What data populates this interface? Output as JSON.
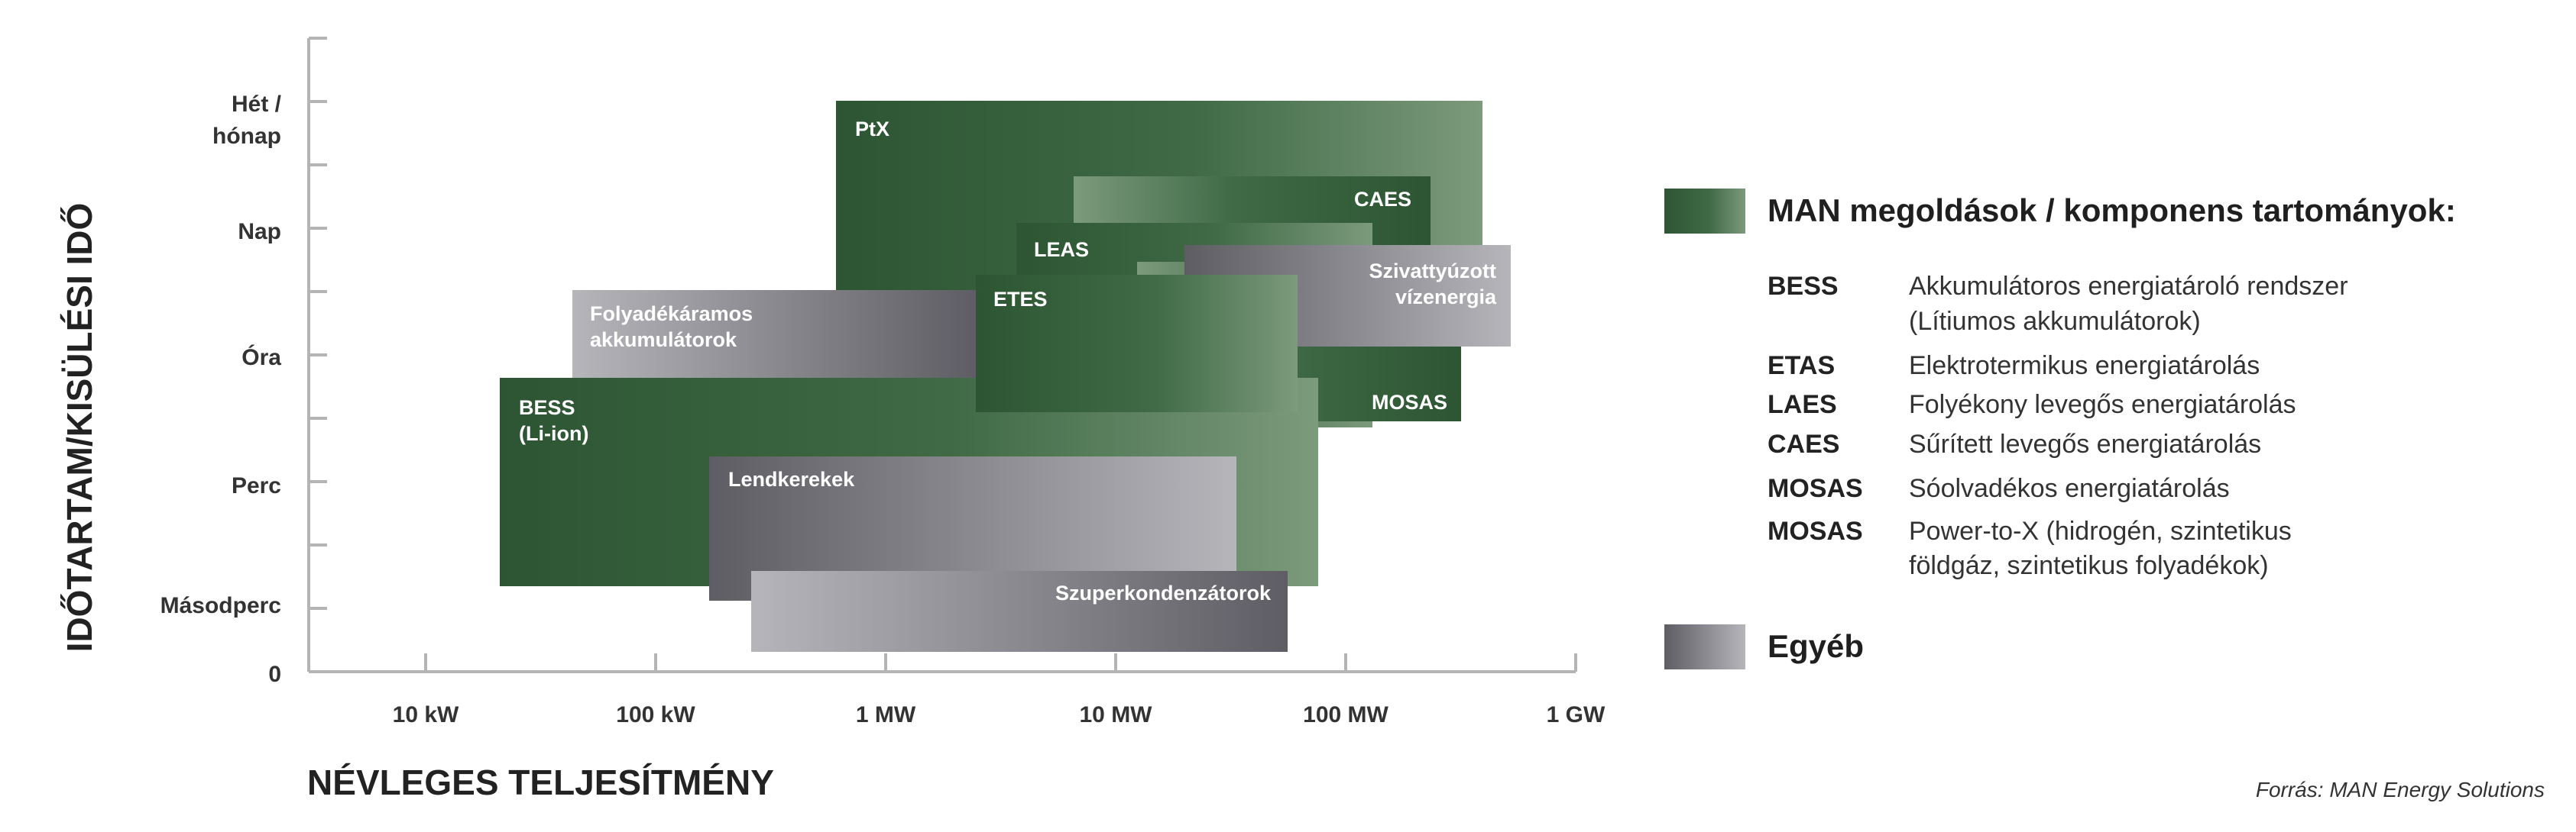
{
  "chart_data": {
    "type": "range-bar",
    "ylabel": "IDŐTARTAM/KISÜLÉSI IDŐ",
    "xlabel": "NÉVLEGES TELJESÍTMÉNY",
    "x_scale": "log",
    "x_ticks": [
      {
        "value": "10 kW",
        "label": "10 kW"
      },
      {
        "value": "100 kW",
        "label": "100 kW"
      },
      {
        "value": "1 MW",
        "label": "1 MW"
      },
      {
        "value": "10 MW",
        "label": "10 MW"
      },
      {
        "value": "100 MW",
        "label": "100 MW"
      },
      {
        "value": "1 GW",
        "label": "1 GW"
      }
    ],
    "y_ticks": [
      {
        "label": "0"
      },
      {
        "label": "Másodperc"
      },
      {
        "label": "Perc"
      },
      {
        "label": "Óra"
      },
      {
        "label": "Nap"
      },
      {
        "label": "Hét /\nhónap"
      }
    ],
    "bars": [
      {
        "label": "PtX",
        "kind": "man",
        "x": [
          "0.6 MW",
          "400 MW"
        ],
        "y": [
          "~Nap-Óra",
          "Hét / hónap"
        ]
      },
      {
        "label": "CAES",
        "kind": "man",
        "x": [
          "6 MW",
          "250 MW"
        ],
        "y": [
          "~Óra",
          "~Nap"
        ]
      },
      {
        "label": "LEAS",
        "kind": "man",
        "x": [
          "4 MW",
          "130 MW"
        ],
        "y": [
          "~Perc-Óra",
          "~Nap"
        ]
      },
      {
        "label": "MOSAS",
        "kind": "man",
        "x": [
          "10 MW",
          "300 MW"
        ],
        "y": [
          "~Perc-Óra",
          "~Óra-Nap"
        ]
      },
      {
        "label": "Szivattyúzott\nvízenergia",
        "kind": "other",
        "x": [
          "25 MW",
          "500 MW"
        ],
        "y": [
          "~Óra",
          "~Nap"
        ]
      },
      {
        "label": "Folyadékáramos\nakkumulátorok",
        "kind": "other",
        "x": [
          "40 kW",
          "6 MW"
        ],
        "y": [
          "~Óra",
          "~Óra-Nap"
        ]
      },
      {
        "label": "BESS\n(Li-ion)",
        "kind": "man",
        "x": [
          "20 kW",
          "70 MW"
        ],
        "y": [
          "Másodperc",
          "~Óra"
        ]
      },
      {
        "label": "ETES",
        "kind": "man",
        "x": [
          "2.5 MW",
          "60 MW"
        ],
        "y": [
          "~Perc-Óra",
          "~Óra-Nap"
        ]
      },
      {
        "label": "Lendkerekek",
        "kind": "other",
        "x": [
          "160 kW",
          "30 MW"
        ],
        "y": [
          "~Másodperc",
          "~Perc"
        ]
      },
      {
        "label": "Szuperkondenzátorok",
        "kind": "other",
        "x": [
          "250 kW",
          "55 MW"
        ],
        "y": [
          "~Másodperc",
          "~Másodperc"
        ]
      }
    ]
  },
  "legend": {
    "man_title": "MAN megoldások / komponens tartományok:",
    "entries": [
      {
        "abbr": "BESS",
        "lines": [
          "Akkumulátoros energiatároló rendszer",
          "(Lítiumos akkumulátorok)"
        ]
      },
      {
        "abbr": "ETAS",
        "lines": [
          "Elektrotermikus energiatárolás"
        ]
      },
      {
        "abbr": "LAES",
        "lines": [
          "Folyékony levegős energiatárolás"
        ]
      },
      {
        "abbr": "CAES",
        "lines": [
          "Sűrített levegős energiatárolás"
        ]
      },
      {
        "abbr": "MOSAS",
        "lines": [
          "Sóolvadékos energiatárolás"
        ]
      },
      {
        "abbr": "MOSAS",
        "lines": [
          "Power-to-X (hidrogén, szintetikus",
          "földgáz, szintetikus folyadékok)"
        ]
      }
    ],
    "other_title": "Egyéb"
  },
  "source": "Forrás: MAN Energy Solutions",
  "colors": {
    "man_dark": "#2d5533",
    "man_light": "#7c9a7c",
    "other_light": "#b5b5ba",
    "other_dark": "#5e5d64",
    "axis": "#b4b4b4"
  }
}
